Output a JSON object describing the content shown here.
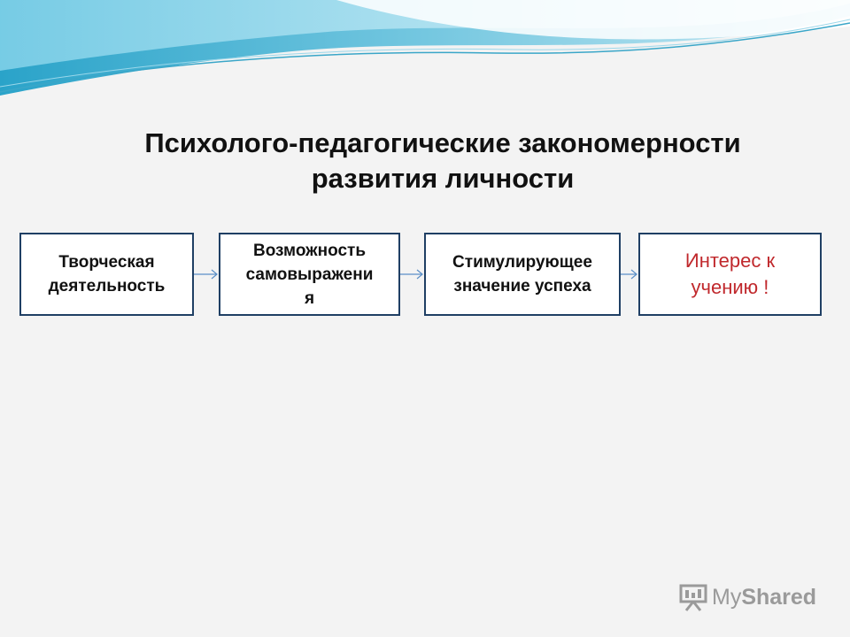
{
  "slide": {
    "title_line1": "Психолого-педагогические закономерности",
    "title_line2": "развития личности"
  },
  "flow": {
    "boxes": [
      {
        "lines": [
          "Творческая",
          "деятельность"
        ]
      },
      {
        "lines": [
          "Возможность",
          "самовыражени",
          "я"
        ]
      },
      {
        "lines": [
          "Стимулирующее",
          "значение успеха"
        ]
      },
      {
        "lines": [
          "Интерес к",
          "учению  !"
        ]
      }
    ],
    "colors": {
      "box_border": "#1f3f64",
      "arrow": "#5b8fc7",
      "highlight_text": "#c0282c"
    }
  },
  "watermark": {
    "brand_part1": "My",
    "brand_part2": "Shared",
    "icon": "projector-screen-icon"
  }
}
